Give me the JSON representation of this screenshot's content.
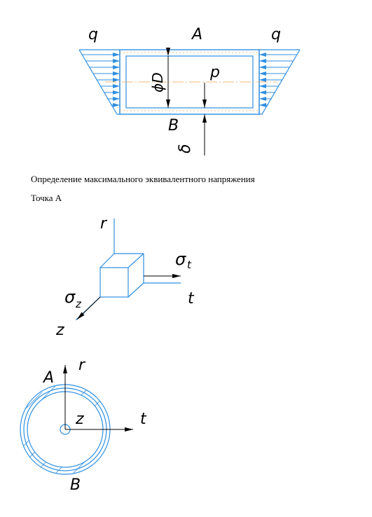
{
  "colors": {
    "blue": "#2f8fe0",
    "orange": "#f0a050",
    "black": "#000000"
  },
  "fig1": {
    "label_q_left": "q",
    "label_A": "A",
    "label_q_right": "q",
    "label_diameter": "ϕD",
    "label_p": "p",
    "label_B": "B",
    "label_delta": "δ"
  },
  "text": {
    "heading": "Определение максимального эквивалентного напряжения",
    "point": "Точка А"
  },
  "fig2": {
    "label_r": "r",
    "label_sigma_t": "σ",
    "label_sigma_t_sub": "t",
    "label_t": "t",
    "label_sigma_z": "σ",
    "label_sigma_z_sub": "z",
    "label_z": "z"
  },
  "fig3": {
    "label_A": "A",
    "label_r": "r",
    "label_z": "z",
    "label_t": "t",
    "label_B": "B"
  }
}
